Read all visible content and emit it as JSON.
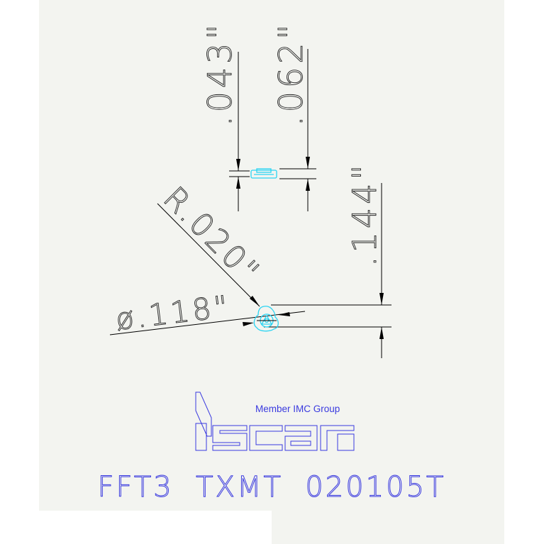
{
  "colors": {
    "background": "#f3f4f0",
    "dimension_line": "#000000",
    "insert_outline": "#2ad4f2",
    "brand_blue": "#3a3adf"
  },
  "dimensions": {
    "width_043": ".043\"",
    "width_062": ".062\"",
    "radius_020": "R.020\"",
    "height_144": ".144\"",
    "diameter_118": "ø.118\""
  },
  "brand": {
    "group_label": "Member IMC Group",
    "logo_name": "iscar"
  },
  "part_designation": "FFT3  TXMT  020105T"
}
